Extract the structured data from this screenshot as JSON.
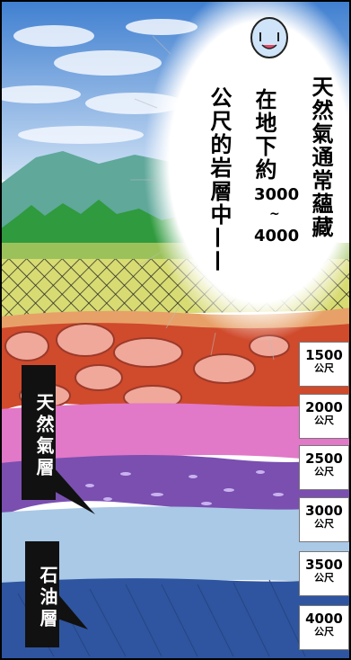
{
  "bubble": {
    "line1": "天然氣通常蘊藏",
    "line2a": "在地下約",
    "num_top": "3000",
    "tilde": "~",
    "num_bottom": "4000",
    "line3": "公尺的岩層中——"
  },
  "labels": {
    "gas_layer": "天然氣層",
    "oil_layer": "石油層"
  },
  "depth_unit": "公尺",
  "depths": [
    "1500",
    "2000",
    "2500",
    "3000",
    "3500",
    "4000"
  ],
  "colors": {
    "sky": "#5b8fd0",
    "mountain": "#5fa89a",
    "grass": "#2f9a3e",
    "field": "#d9dc7a",
    "rock_red": "#d04a2c",
    "pink_layer": "#e178c8",
    "purple_layer": "#7a4fb0",
    "blue_light": "#a9c9e6",
    "blue_dark": "#2f55a0"
  }
}
